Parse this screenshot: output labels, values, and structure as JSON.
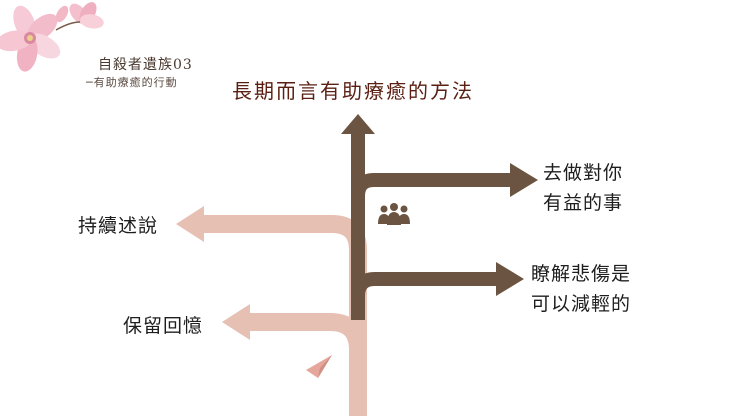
{
  "header": {
    "title": "自殺者遺族03",
    "subtitle": "─有助療癒的行動"
  },
  "main_title": "長期而言有助療癒的方法",
  "branches": {
    "right_upper": {
      "line1": "去做對你",
      "line2": "有益的事"
    },
    "right_lower": {
      "line1": "瞭解悲傷是",
      "line2": "可以減輕的"
    },
    "left_upper": {
      "line1": "持續述說"
    },
    "left_lower": {
      "line1": "保留回憶"
    }
  },
  "icons": [
    "flower-decoration",
    "people-group-icon",
    "paper-plane-icon"
  ],
  "colors": {
    "brown": "#6b5441",
    "pink": "#e7c0b4",
    "title_red": "#5a1f12",
    "flower_pink": "#f2b8c6"
  }
}
